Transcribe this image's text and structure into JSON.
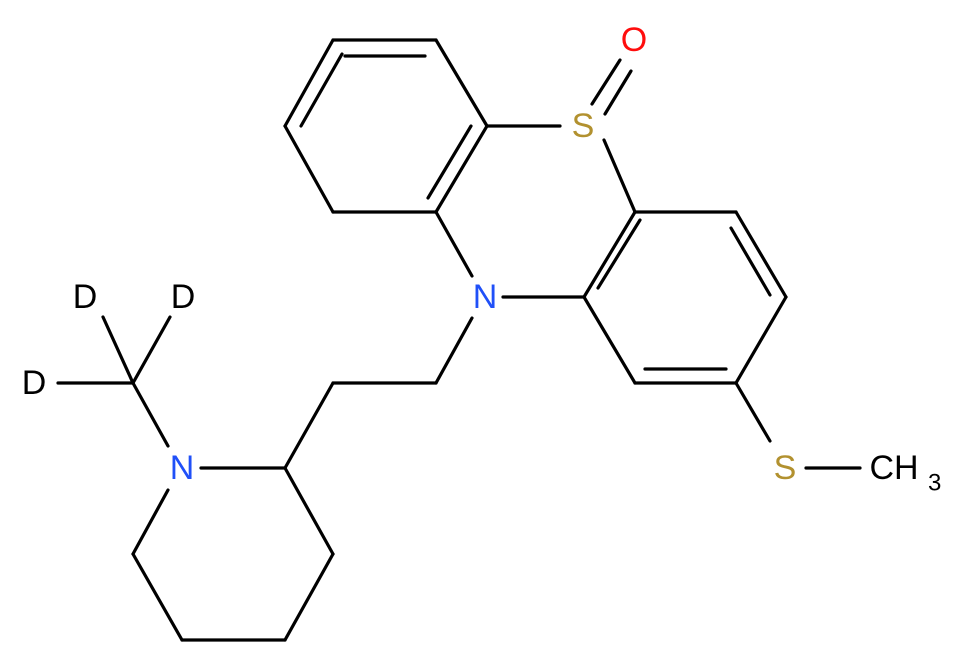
{
  "molecule": {
    "atoms": {
      "oxygen": "O",
      "sulfur_ring": "S",
      "nitrogen_ring": "N",
      "sulfur_thio": "S",
      "methyl": "CH",
      "methyl_subscript": "3",
      "deuterium_1": "D",
      "deuterium_2": "D",
      "deuterium_3": "D",
      "nitrogen_piperidine": "N"
    },
    "colors": {
      "carbon_bonds": "#000000",
      "oxygen": "#ff0d0d",
      "sulfur": "#b2912f",
      "nitrogen": "#2050f8",
      "deuterium": "#000000"
    }
  }
}
